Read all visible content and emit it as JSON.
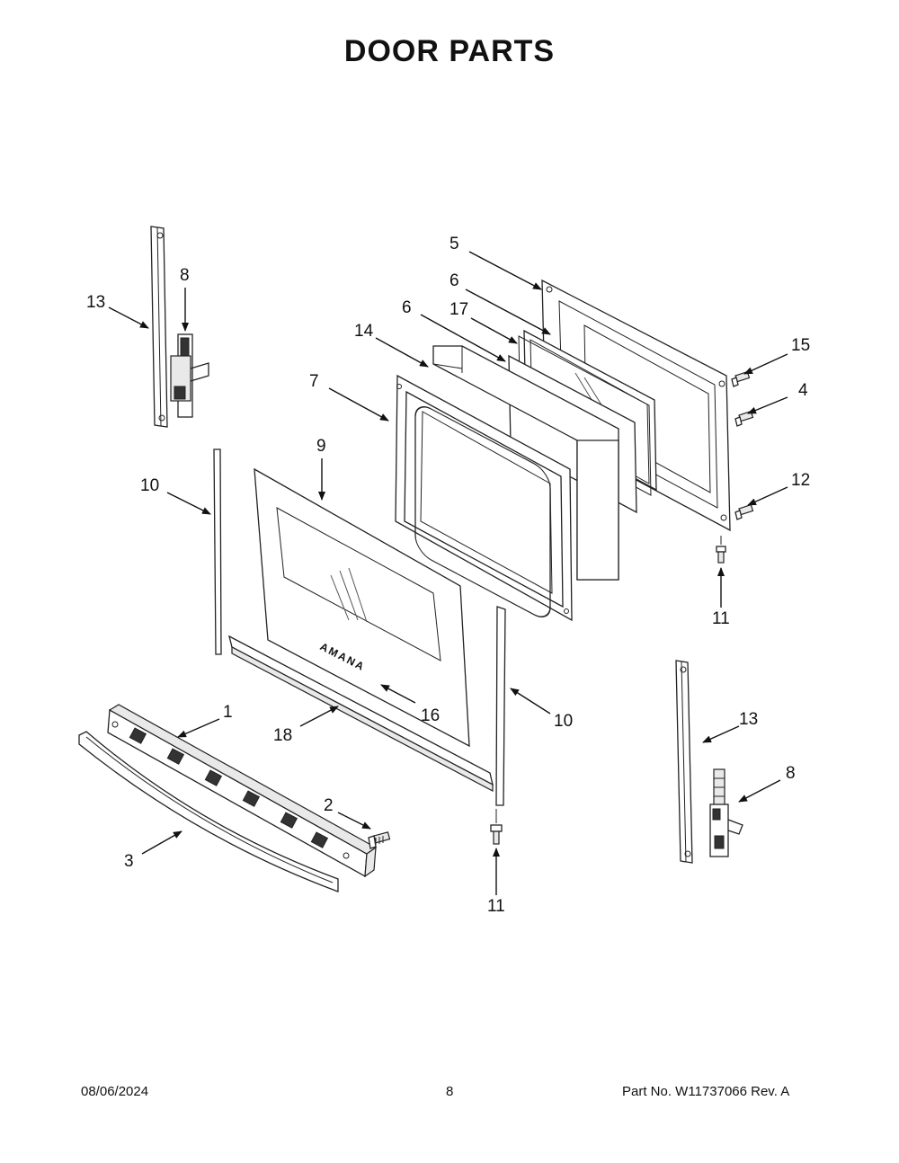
{
  "title": "DOOR PARTS",
  "footer": {
    "date": "08/06/2024",
    "page": "8",
    "part": "Part No.  W11737066  Rev.  A"
  },
  "brand": "AMANA",
  "callouts": [
    "1",
    "2",
    "3",
    "4",
    "5",
    "6",
    "6",
    "7",
    "8",
    "8",
    "9",
    "10",
    "10",
    "11",
    "11",
    "12",
    "13",
    "13",
    "14",
    "15",
    "16",
    "17",
    "18"
  ]
}
